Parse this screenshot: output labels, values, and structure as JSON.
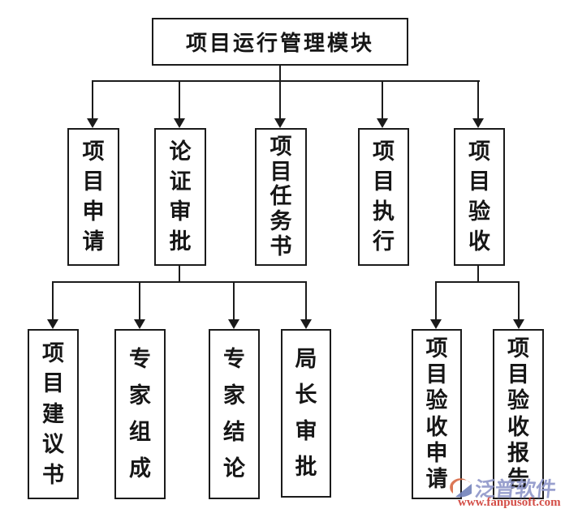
{
  "diagram": {
    "root": {
      "label": "项目运行管理模块"
    },
    "level2": [
      {
        "label": "项目申请"
      },
      {
        "label": "论证审批"
      },
      {
        "label": "项目任务书"
      },
      {
        "label": "项目执行"
      },
      {
        "label": "项目验收"
      }
    ],
    "level3_left": [
      {
        "label": "项目建议书"
      },
      {
        "label": "专家组成"
      },
      {
        "label": "专家结论"
      },
      {
        "label": "局长审批"
      }
    ],
    "level3_right": [
      {
        "label": "项目验收申请"
      },
      {
        "label": "项目验收报告"
      }
    ]
  },
  "watermark": {
    "brand": "泛普软件",
    "url": "www.fanpusoft.com",
    "brand_color": "#8f96c9",
    "url_color": "#cf3a33",
    "logo_orange": "#d96a45",
    "logo_blue": "#7282bb"
  },
  "colors": {
    "line": "#1b1b1b",
    "background": "#ffffff"
  }
}
